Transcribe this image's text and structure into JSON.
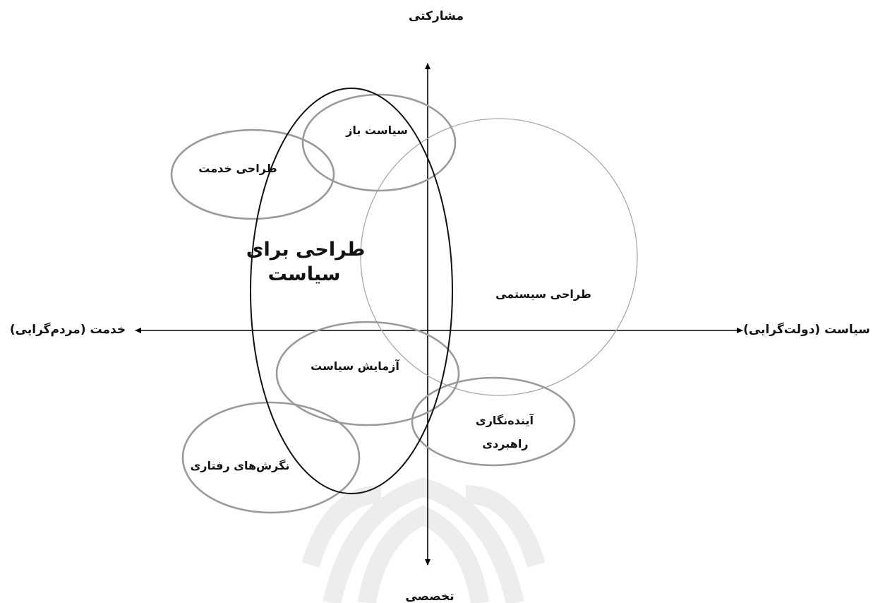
{
  "axes": {
    "top": "مشارکتی",
    "bottom": "تخصصی",
    "left": "خدمت (مردم‌گرایی)",
    "right": "سیاست (دولت‌گرایی)"
  },
  "areas": {
    "open_policy": "سیاست باز",
    "service_design": "طراحی خدمت",
    "design_for_policy_line1": "طراحی برای",
    "design_for_policy_line2": "سیاست",
    "systems_design": "طراحی سیستمی",
    "policy_experiment": "آزمایش سیاست",
    "strategic_foresight_line1": "آینده‌نگاری",
    "strategic_foresight_line2": "راهبردی",
    "behavioral_insights": "نگرش‌های رفتاری"
  },
  "colors": {
    "axis": "#000000",
    "main_ellipse": "#111111",
    "gray_ellipse": "#9a9a9a",
    "systems_circle": "#a8a8a8",
    "watermark": "#ececec",
    "text": "#111111"
  }
}
